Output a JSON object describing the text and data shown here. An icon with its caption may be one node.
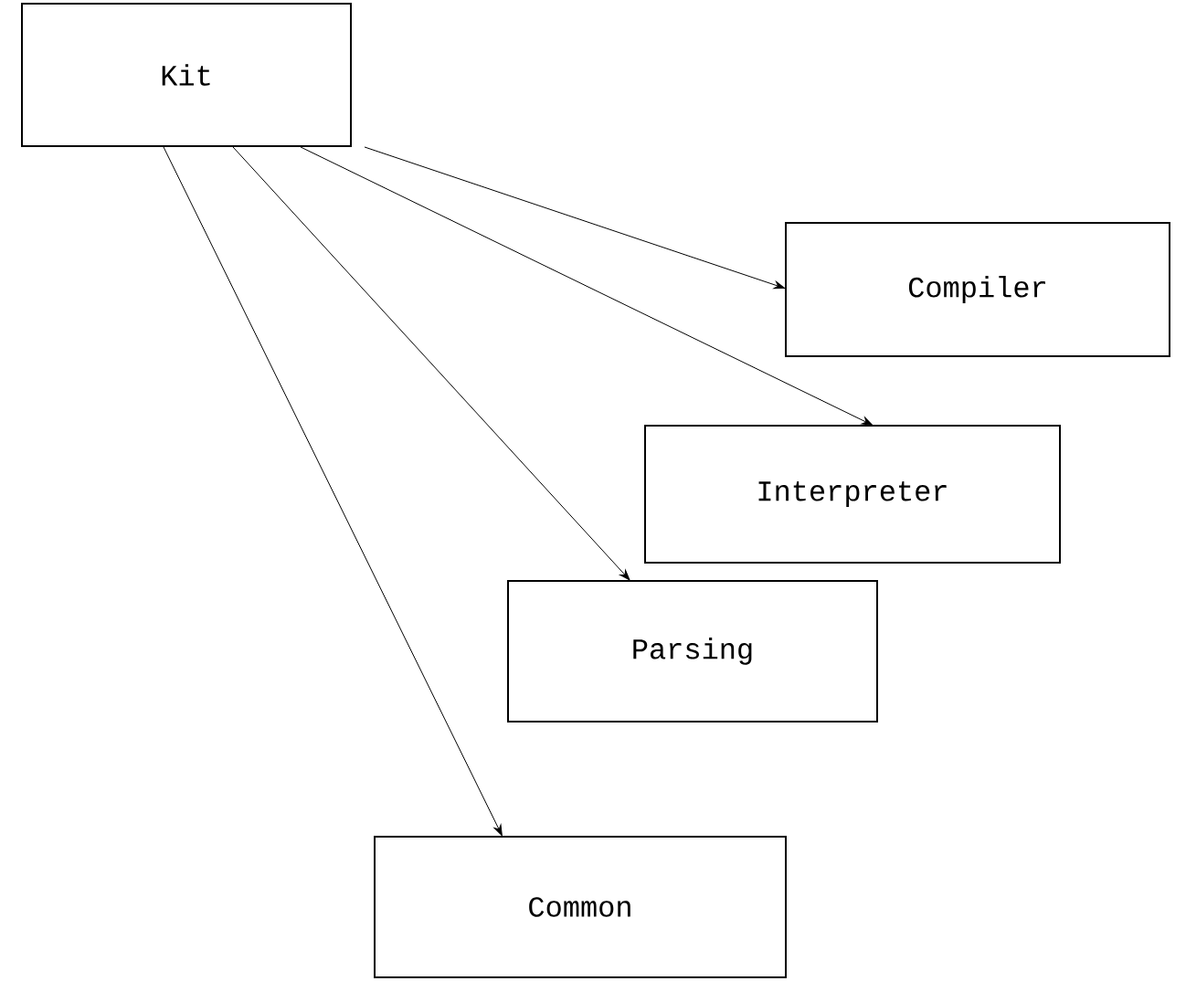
{
  "diagram": {
    "nodes": [
      {
        "text": [
          "Kit"
        ]
      },
      {
        "text": [
          "Compiler"
        ]
      },
      {
        "text": [
          "Interpreter"
        ]
      },
      {
        "text": [
          "Parsing"
        ]
      },
      {
        "text": [
          "Common"
        ]
      }
    ],
    "edges": [
      {
        "from": 0,
        "to": 1,
        "arrow": "to"
      },
      {
        "from": 0,
        "to": 2,
        "arrow": "to"
      },
      {
        "from": 0,
        "to": 3,
        "arrow": "to"
      },
      {
        "from": 0,
        "to": 4,
        "arrow": "to"
      }
    ]
  }
}
